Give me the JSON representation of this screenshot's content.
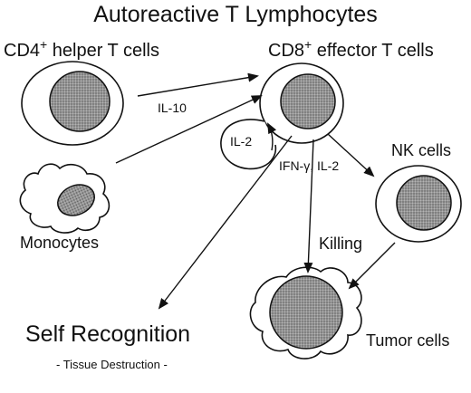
{
  "title": "Autoreactive T Lymphocytes",
  "cells": {
    "cd4_label_main": "CD4",
    "cd4_label_sup": "+",
    "cd4_label_rest": " helper T cells",
    "cd8_label_main": "CD8",
    "cd8_label_sup": "+",
    "cd8_label_rest": " effector T cells",
    "monocytes": "Monocytes",
    "nk": "NK cells",
    "tumor": "Tumor cells"
  },
  "mediators": {
    "il10": "IL-10",
    "il2_loop": "IL-2",
    "ifn_il2": "IFN-γ, IL-2",
    "killing": "Killing"
  },
  "outcome": {
    "title": "Self Recognition",
    "subtitle": "- Tissue Destruction -"
  },
  "colors": {
    "nucleus_fill": "#8c8c8c",
    "stroke": "#111111"
  }
}
